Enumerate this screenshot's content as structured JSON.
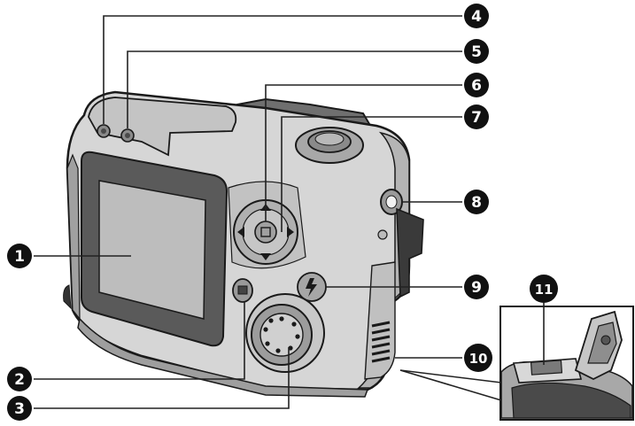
{
  "diagram": {
    "subject": "digital camera rear view",
    "colors": {
      "body": "#d6d6d6",
      "body_dark": "#a9a9a9",
      "outline": "#1a1a1a",
      "screen": "#bdbdbd",
      "screen_bezel": "#5a5a5a",
      "badge": "#111111",
      "badge_text": "#ffffff",
      "leader": "#222222",
      "background": "#ffffff"
    },
    "callouts": [
      {
        "number": "1",
        "label": "lcd-monitor"
      },
      {
        "number": "2",
        "label": "menu-button"
      },
      {
        "number": "3",
        "label": "mode-dial"
      },
      {
        "number": "4",
        "label": "indicator-lamp-left"
      },
      {
        "number": "5",
        "label": "indicator-lamp-right"
      },
      {
        "number": "6",
        "label": "ok-button"
      },
      {
        "number": "7",
        "label": "multi-selector"
      },
      {
        "number": "8",
        "label": "strap-eyelet"
      },
      {
        "number": "9",
        "label": "flash-mode-button"
      },
      {
        "number": "10",
        "label": "memory-card-slot-cover"
      },
      {
        "number": "11",
        "label": "memory-card-slot"
      }
    ]
  }
}
